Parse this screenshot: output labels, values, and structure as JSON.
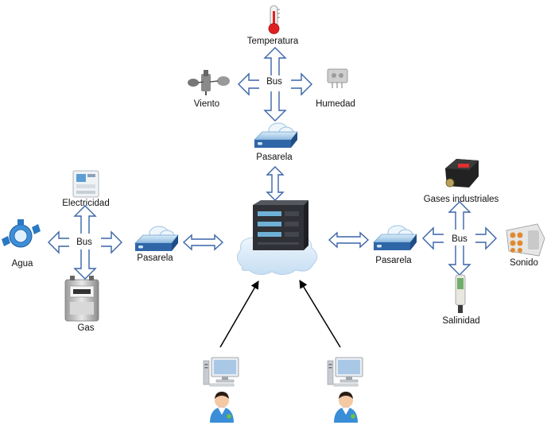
{
  "clusters": {
    "top": {
      "bus_label": "Bus",
      "gateway_label": "Pasarela",
      "sensors": {
        "up": "Temperatura",
        "left": "Viento",
        "right": "Humedad"
      }
    },
    "left": {
      "bus_label": "Bus",
      "gateway_label": "Pasarela",
      "sensors": {
        "up": "Electricidad",
        "left": "Agua",
        "down": "Gas"
      }
    },
    "right": {
      "bus_label": "Bus",
      "gateway_label": "Pasarela",
      "sensors": {
        "up": "Gases industriales",
        "right": "Sonido",
        "down": "Salinidad"
      }
    }
  },
  "colors": {
    "arrow_stroke": "#3a64a8",
    "arrow_fill": "#ffffff",
    "cloud_fill": "#ddeefb",
    "server_body": "#2f3137",
    "server_drive": "#6fb0d6",
    "gateway_top": "#a9cde8",
    "gateway_front": "#2f66a8",
    "connector_line": "#000000",
    "thermometer_red": "#e02020",
    "computer_monitor": "#ccd8e4",
    "user_shirt": "#3a8ed8"
  },
  "icons": {
    "server": "server-rack-icon",
    "cloud": "cloud-icon",
    "gateway": "gateway-drive-icon",
    "temperature": "thermometer-icon",
    "wind": "anemometer-icon",
    "humidity": "humidity-sensor-icon",
    "electricity": "electricity-meter-icon",
    "water": "water-meter-icon",
    "gas": "gas-meter-icon",
    "industrial_gas": "industrial-gas-sensor-icon",
    "sound": "sound-sensor-icon",
    "salinity": "salinity-probe-icon",
    "client": "user-computer-icon"
  }
}
